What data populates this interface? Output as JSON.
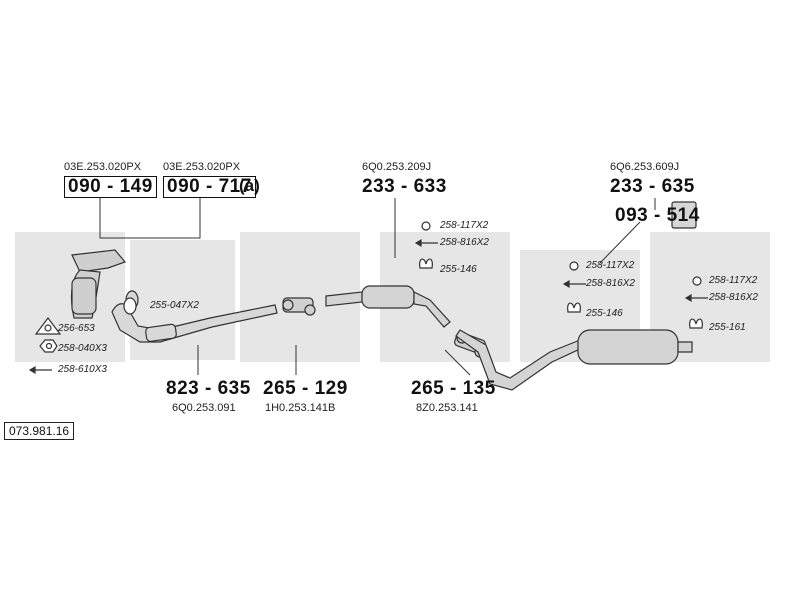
{
  "catalog_number": "073.981.16",
  "callouts": [
    {
      "id": "p1",
      "part": "090 - 149",
      "oem": "03E.253.020PX",
      "boxed": true
    },
    {
      "id": "p2",
      "part": "090 - 717",
      "oem": "03E.253.020PX",
      "boxed": true,
      "suffix": "(a)"
    },
    {
      "id": "p3",
      "part": "233 - 633",
      "oem": "6Q0.253.209J"
    },
    {
      "id": "p4",
      "part": "233 - 635",
      "oem": "6Q6.253.609J"
    },
    {
      "id": "p5",
      "part": "093 - 514"
    },
    {
      "id": "p6",
      "part": "823 - 635",
      "oem": "6Q0.253.091"
    },
    {
      "id": "p7",
      "part": "265 - 129",
      "oem": "1H0.253.141B"
    },
    {
      "id": "p8",
      "part": "265 - 135",
      "oem": "8Z0.253.141"
    }
  ],
  "small_parts": [
    {
      "id": "s1",
      "code": "255-047X2",
      "icon": "clamp-icon"
    },
    {
      "id": "s2",
      "code": "256-653",
      "icon": "gasket-icon"
    },
    {
      "id": "s3",
      "code": "258-040X3",
      "icon": "nut-icon"
    },
    {
      "id": "s4",
      "code": "258-610X3",
      "icon": "bolt-icon"
    },
    {
      "id": "s5",
      "code": "258-117X2",
      "icon": "nut-icon"
    },
    {
      "id": "s6",
      "code": "258-816X2",
      "icon": "bolt-icon"
    },
    {
      "id": "s7",
      "code": "255-146",
      "icon": "rubber-hanger-icon"
    },
    {
      "id": "s8",
      "code": "258-117X2",
      "icon": "nut-icon"
    },
    {
      "id": "s9",
      "code": "258-816X2",
      "icon": "bolt-icon"
    },
    {
      "id": "s10",
      "code": "255-146",
      "icon": "rubber-hanger-icon"
    },
    {
      "id": "s11",
      "code": "258-117X2",
      "icon": "nut-icon"
    },
    {
      "id": "s12",
      "code": "258-816X2",
      "icon": "bolt-icon"
    },
    {
      "id": "s13",
      "code": "255-161",
      "icon": "rubber-hanger-icon"
    }
  ],
  "colors": {
    "watermark": "#e6e6e6",
    "ink": "#111111",
    "part_fill": "#cfcfcf"
  }
}
